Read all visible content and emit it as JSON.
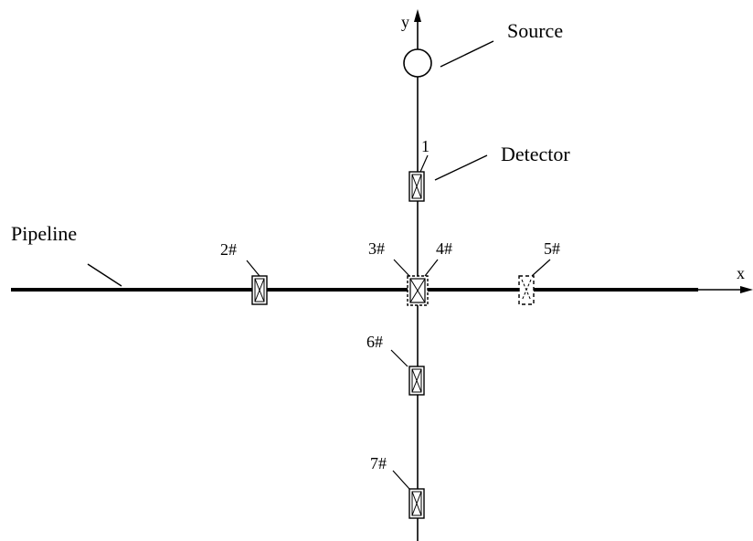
{
  "labels": {
    "y_axis": "y",
    "x_axis": "x",
    "source": "Source",
    "detector": "Detector",
    "pipeline": "Pipeline",
    "det1": "1",
    "det2": "2#",
    "det3": "3#",
    "det4": "4#",
    "det5": "5#",
    "det6": "6#",
    "det7": "7#"
  }
}
